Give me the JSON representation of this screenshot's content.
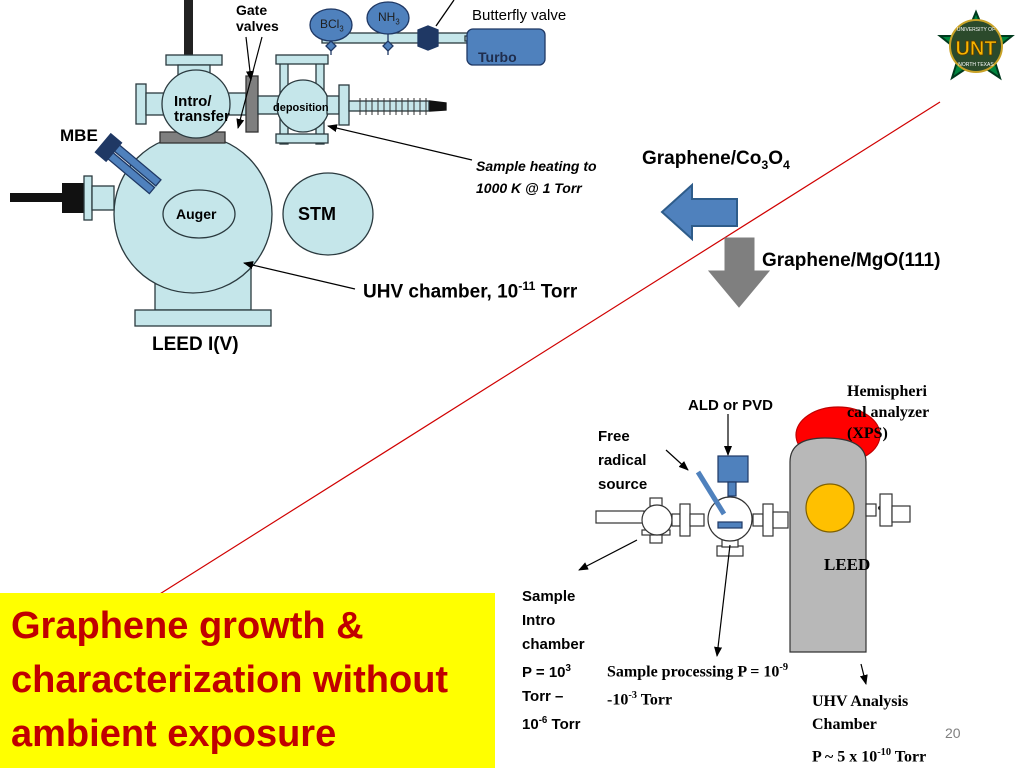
{
  "top_apparatus": {
    "gate_valves": [
      "Gate",
      "valves"
    ],
    "bcl3": {
      "main": "BCl",
      "sub": "3"
    },
    "nh3": {
      "main": "NH",
      "sub": "3"
    },
    "butterfly_valve": "Butterfly valve",
    "turbo": "Turbo",
    "intro_transfer": [
      "Intro/",
      "transfer"
    ],
    "deposition": "deposition",
    "mbe": "MBE",
    "auger": "Auger",
    "stm": "STM",
    "leed_iv": "LEED I(V)",
    "sample_heating": [
      "Sample heating to",
      "1000 K @ 1 Torr"
    ],
    "uhv_chamber": {
      "text": "UHV chamber, 10",
      "sup": "-11",
      "unit": " Torr"
    }
  },
  "arrows": {
    "graphene_co3o4": {
      "a": "Graphene/Co",
      "s1": "3",
      "b": "O",
      "s2": "4"
    },
    "graphene_mgo": "Graphene/MgO(111)"
  },
  "bottom_apparatus": {
    "ald_pvd": "ALD or PVD",
    "free_radical": [
      "Free",
      "radical",
      "source"
    ],
    "hemispherical": [
      "Hemispheri",
      "cal analyzer",
      "(XPS)"
    ],
    "leed": "LEED",
    "sample_intro": [
      "Sample",
      "Intro",
      "chamber"
    ],
    "p_intro": {
      "a": "P = 10",
      "sup": "3"
    },
    "torr_dash": "Torr –",
    "p_intro2": {
      "a": "10",
      "sup": "-6",
      "b": " Torr"
    },
    "sample_processing": {
      "a": "Sample processing P = 10",
      "sup": "-9"
    },
    "sample_processing2": {
      "a": "-10",
      "sup": "-3",
      "b": " Torr"
    },
    "uhv_analysis": [
      "UHV Analysis",
      "Chamber"
    ],
    "p_analysis": {
      "a": "P ~ 5 x 10",
      "sup": "-10",
      "b": " Torr"
    }
  },
  "title": [
    "Graphene growth &",
    "characterization without",
    "ambient exposure"
  ],
  "logo": {
    "top": "UNIVERSITY OF",
    "main": "UNT",
    "bottom": "NORTH TEXAS"
  },
  "page_number": "20",
  "colors": {
    "chamber": "#c5e6ea",
    "accent_blue": "#4f81bd",
    "title_red": "#c00000",
    "highlight": "#ffff00",
    "diag_line": "#d00000"
  }
}
